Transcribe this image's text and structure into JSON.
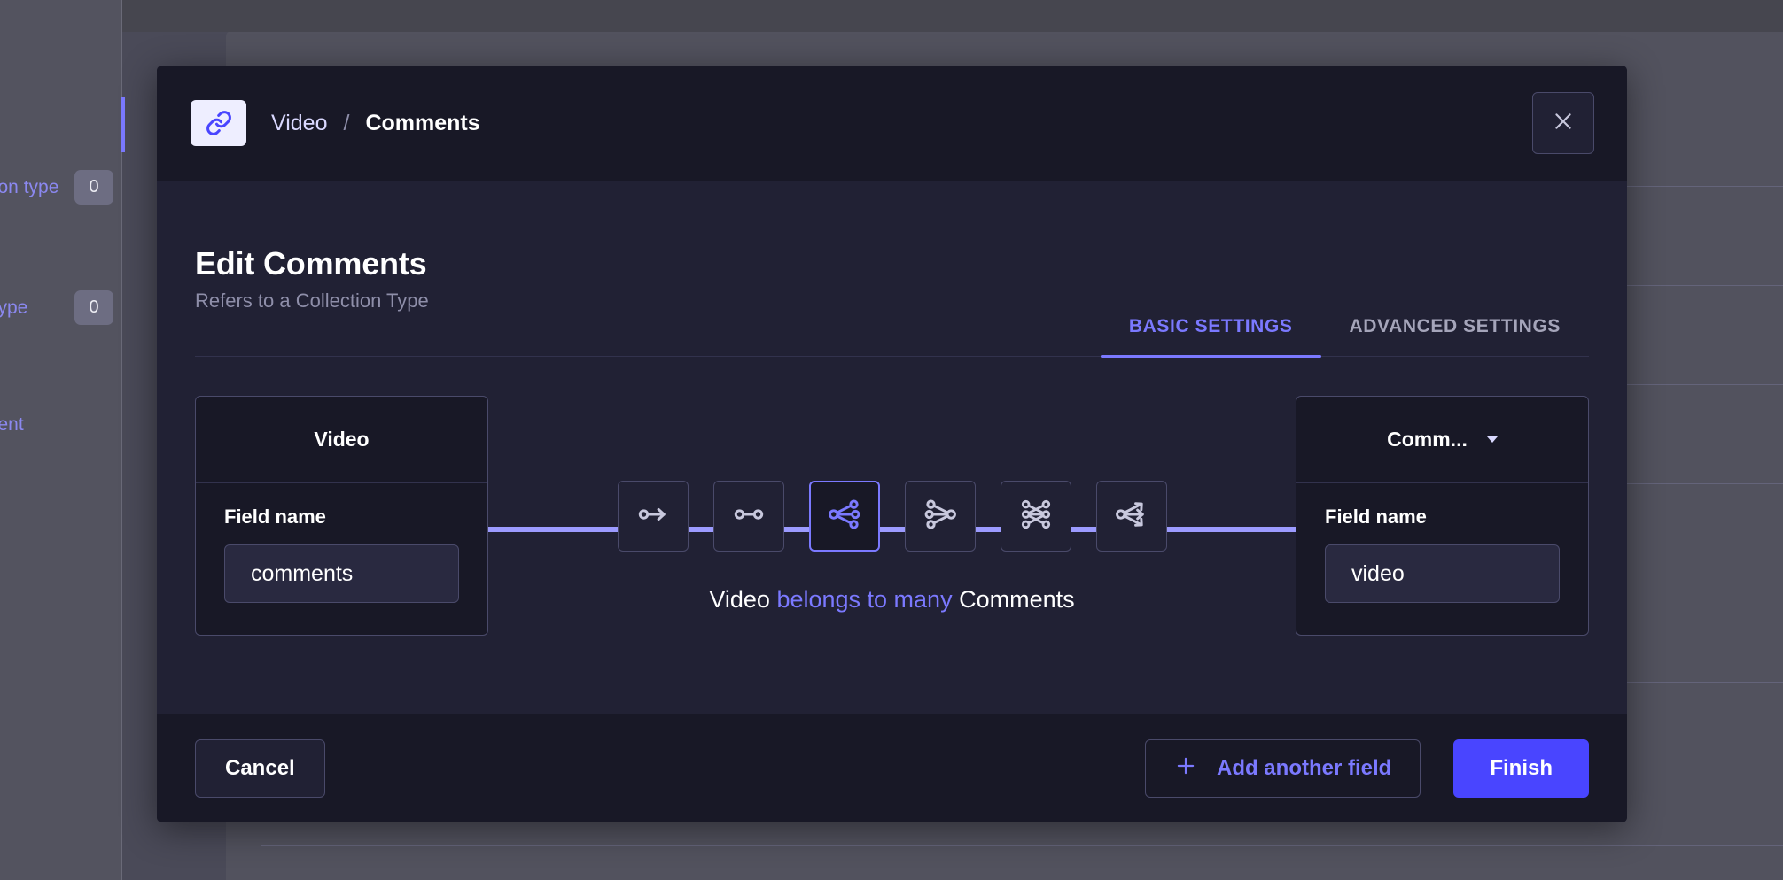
{
  "background": {
    "sidebar_rows": [
      {
        "label": "...on type",
        "badge": "0"
      },
      {
        "label": "...ype",
        "badge": "0"
      },
      {
        "label": "...ent",
        "badge": ""
      }
    ]
  },
  "modal": {
    "header": {
      "badge_icon": "link-icon",
      "breadcrumb_parent": "Video",
      "breadcrumb_separator": "/",
      "breadcrumb_current": "Comments",
      "close_icon": "close-icon"
    },
    "title": "Edit Comments",
    "subtitle": "Refers to a Collection Type",
    "tabs": [
      {
        "label": "BASIC SETTINGS",
        "active": true
      },
      {
        "label": "ADVANCED SETTINGS",
        "active": false
      }
    ],
    "left_card": {
      "entity_name": "Video",
      "field_label": "Field name",
      "field_value": "comments"
    },
    "right_card": {
      "entity_name": "Comm...",
      "has_dropdown": true,
      "dropdown_icon": "chevron-down-icon",
      "field_label": "Field name",
      "field_value": "video"
    },
    "relation_types": [
      {
        "name": "has-one",
        "selected": false
      },
      {
        "name": "has-one-belongs-to-one",
        "selected": false
      },
      {
        "name": "belongs-to-many",
        "selected": true
      },
      {
        "name": "has-many",
        "selected": false
      },
      {
        "name": "many-to-many",
        "selected": false
      },
      {
        "name": "has-and-belongs-to-many",
        "selected": false
      }
    ],
    "relation_sentence": {
      "subject": "Video",
      "predicate": "belongs to many",
      "object": "Comments"
    },
    "footer": {
      "cancel_label": "Cancel",
      "add_field_label": "Add another field",
      "add_field_icon": "plus-icon",
      "finish_label": "Finish"
    }
  },
  "colors": {
    "accent": "#4945ff",
    "accent_light": "#7b79ff",
    "connector": "#9c9bff",
    "modal_bg": "#212134",
    "modal_dark": "#181826",
    "border": "#4a4a6a",
    "muted_text": "#8e8ea9"
  }
}
